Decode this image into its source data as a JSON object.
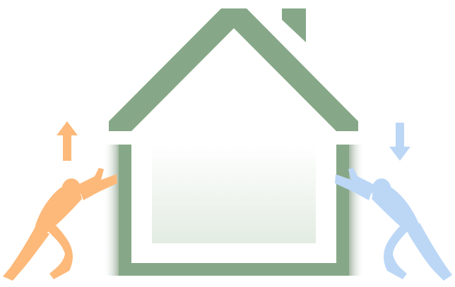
{
  "colors": {
    "background": "#ffffff",
    "house": "#87a888",
    "house_shadow": "#5f7f60",
    "window_gradient_top": "#ffffff",
    "window_gradient_bottom": "#e3ece2",
    "left_figure": "#fcb97a",
    "right_figure": "#bcd7f6"
  },
  "elements": {
    "house": "house-illustration",
    "left_figure": "person-pushing-up",
    "right_figure": "person-pushing-down",
    "left_arrow": "arrow-up-icon",
    "right_arrow": "arrow-down-icon"
  }
}
